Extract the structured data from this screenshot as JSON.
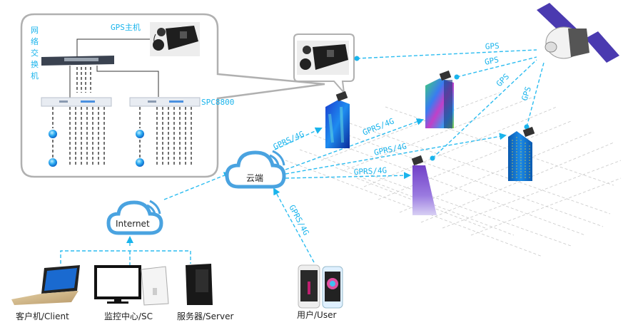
{
  "diagram": {
    "callout_box": {
      "vertical_label": [
        "网",
        "络",
        "交",
        "换",
        "机"
      ],
      "gps_host_label": "GPS主机",
      "controller_label": "SPC8800"
    },
    "cloud_label": "云端",
    "internet_label": "Internet",
    "links": {
      "gprs_labels": [
        "GPRS/4G",
        "GPRS/4G",
        "GPRS/4G",
        "GPRS/4G",
        "GPRS/4G"
      ],
      "gps_labels": [
        "GPS",
        "GPS",
        "GPS",
        "GPS"
      ]
    },
    "devices": [
      {
        "id": "client",
        "label": "客户机/Client"
      },
      {
        "id": "sc",
        "label": "监控中心/SC"
      },
      {
        "id": "server",
        "label": "服务器/Server"
      },
      {
        "id": "user",
        "label": "用户/User"
      }
    ],
    "colors": {
      "link": "#2bbcf0",
      "label": "#1ab4ec",
      "cloud": "#4aa3e0",
      "callout_border": "#b0b0b0"
    }
  }
}
